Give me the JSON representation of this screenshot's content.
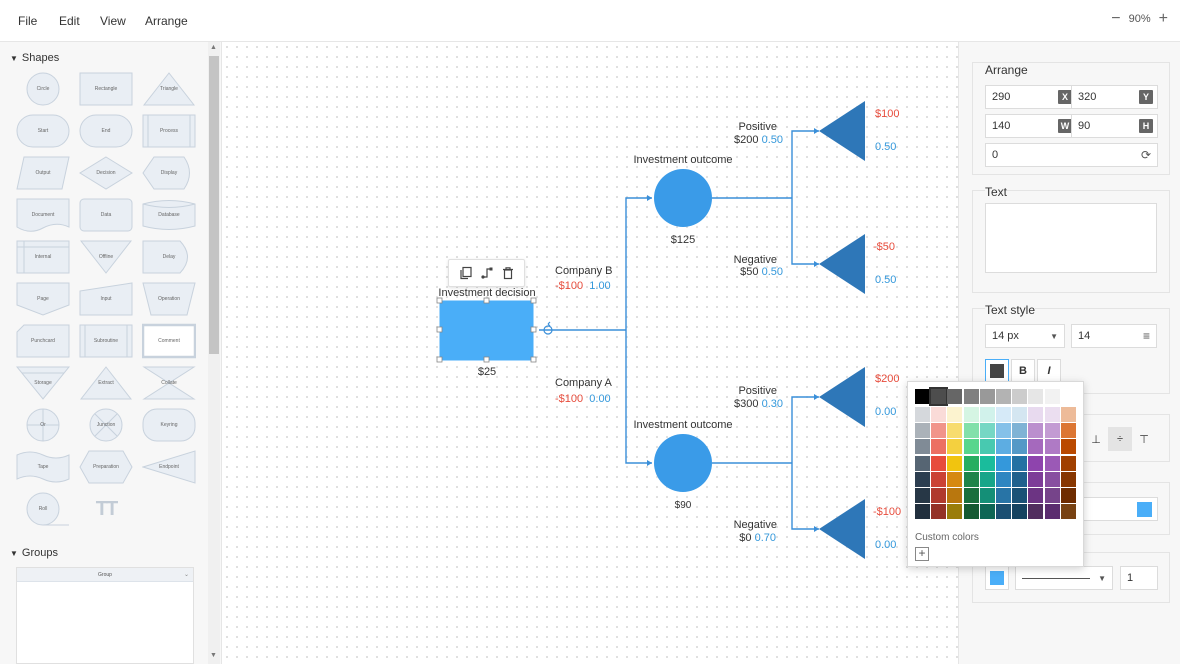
{
  "menu": {
    "file": "File",
    "edit": "Edit",
    "view": "View",
    "arrange": "Arrange"
  },
  "zoom": {
    "minus": "−",
    "level": "90%",
    "plus": "+"
  },
  "left": {
    "shapes_title": "Shapes",
    "groups_title": "Groups",
    "group_header": "Group",
    "shapes": [
      "Circle",
      "Rectangle",
      "Triangle",
      "Start",
      "End",
      "Process",
      "Output",
      "Decision",
      "Display",
      "Document",
      "Data",
      "Database",
      "Internal",
      "Offline",
      "Delay",
      "Page",
      "Input",
      "Operation",
      "Punchcard",
      "Subroutine",
      "Comment",
      "Storage",
      "Extract",
      "Collate",
      "Or",
      "Junction",
      "Keyring",
      "Tape",
      "Preparation",
      "Endpoint",
      "Roll"
    ],
    "text_shape_glyph": "TT"
  },
  "diagram": {
    "decision_title": "Investment decision",
    "decision_value": "$25",
    "company_b": {
      "name": "Company B",
      "cost": "-$100",
      "prob": "1.00"
    },
    "company_a": {
      "name": "Company A",
      "cost": "-$100",
      "prob": "0.00"
    },
    "outcome_top": {
      "title": "Investment outcome",
      "value": "$125"
    },
    "outcome_bottom": {
      "title": "Investment outcome",
      "value": "$90"
    },
    "branches": [
      {
        "label": "Positive",
        "amount": "$200",
        "prob": "0.50",
        "payoff": "$100",
        "payoff_prob": "0.50"
      },
      {
        "label": "Negative",
        "amount": "$50",
        "prob": "0.50",
        "payoff": "-$50",
        "payoff_prob": "0.50"
      },
      {
        "label": "Positive",
        "amount": "$300",
        "prob": "0.30",
        "payoff": "$200",
        "payoff_prob": "0.00"
      },
      {
        "label": "Negative",
        "amount": "$0",
        "prob": "0.70",
        "payoff": "-$100",
        "payoff_prob": "0.00"
      }
    ]
  },
  "right": {
    "arrange_title": "Arrange",
    "x": "290",
    "x_tag": "X",
    "y": "320",
    "y_tag": "Y",
    "w": "140",
    "w_tag": "W",
    "h": "90",
    "h_tag": "H",
    "rotation": "0",
    "text_title": "Text",
    "text_style_title": "Text style",
    "font_size": "14 px",
    "line_height": "14",
    "bold": "B",
    "italic": "I"
  },
  "colorpicker": {
    "custom_label": "Custom colors",
    "add": "+",
    "gray_row": [
      "#000000",
      "#4d4d4d",
      "#666666",
      "#808080",
      "#999999",
      "#b3b3b3",
      "#cccccc",
      "#e6e6e6",
      "#f2f2f2",
      "#ffffff"
    ],
    "columns": [
      [
        "#d5d8dc",
        "#abb2b9",
        "#808b96",
        "#566573",
        "#2c3e50",
        "#273746",
        "#212f3d"
      ],
      [
        "#fadbd8",
        "#f1948a",
        "#ec7063",
        "#e74c3c",
        "#cb4335",
        "#b03a2e",
        "#943126"
      ],
      [
        "#fcf3cf",
        "#f7dc6f",
        "#f4d03f",
        "#f1c40f",
        "#d68910",
        "#b9770e",
        "#9a7d0a"
      ],
      [
        "#d5f5e3",
        "#82e0aa",
        "#58d68d",
        "#27ae60",
        "#1e8449",
        "#196f3d",
        "#145a32"
      ],
      [
        "#d1f2eb",
        "#76d7c4",
        "#48c9b0",
        "#1abc9c",
        "#17a589",
        "#148f77",
        "#0e6655"
      ],
      [
        "#d6eaf8",
        "#85c1e9",
        "#5dade2",
        "#3498db",
        "#2e86c1",
        "#2874a6",
        "#1b4f72"
      ],
      [
        "#d4e6f1",
        "#7fb3d5",
        "#5499c7",
        "#2471a3",
        "#1f618d",
        "#1a5276",
        "#154360"
      ],
      [
        "#e8daef",
        "#bb8fce",
        "#a569bd",
        "#8e44ad",
        "#7d3c98",
        "#6c3483",
        "#512e5f"
      ],
      [
        "#ebdef0",
        "#c39bd3",
        "#af7ac5",
        "#9b59b6",
        "#884ea0",
        "#76448a",
        "#5b2c6f"
      ],
      [
        "#edbb99",
        "#dc7633",
        "#ba4a00",
        "#a04000",
        "#873600",
        "#6e2c00",
        "#784212"
      ]
    ]
  },
  "colors": {
    "accent": "#4aaef8",
    "node": "#3a9be8",
    "triangle": "#2e77b8",
    "line": "#3a8fd9"
  }
}
